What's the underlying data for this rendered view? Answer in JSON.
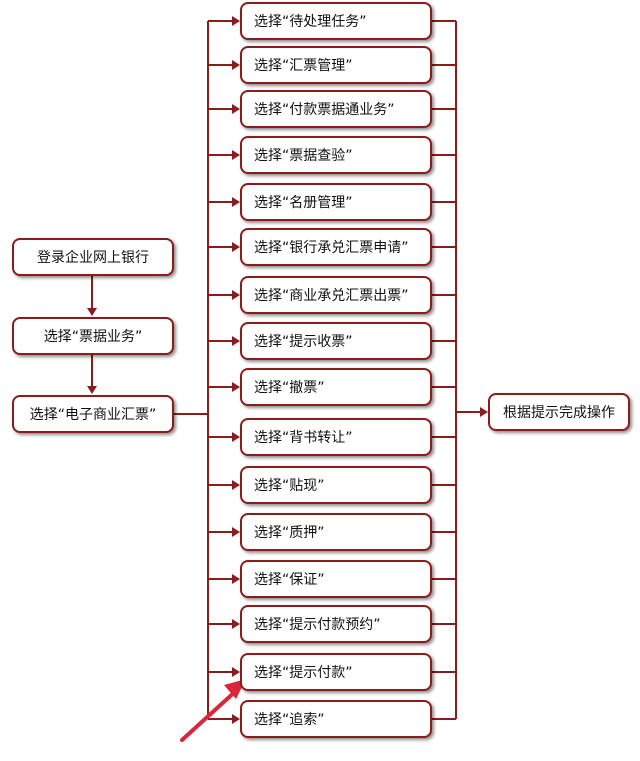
{
  "main_flow": [
    {
      "id": "login",
      "label": "登录企业网上银行"
    },
    {
      "id": "bill_business",
      "label": "选择“票据业务”"
    },
    {
      "id": "e_commercial_bill",
      "label": "选择“电子商业汇票”"
    }
  ],
  "options": [
    {
      "label": "选择“待处理任务”"
    },
    {
      "label": "选择“汇票管理”"
    },
    {
      "label": "选择“付款票据通业务”"
    },
    {
      "label": "选择“票据查验”"
    },
    {
      "label": "选择“名册管理”"
    },
    {
      "label": "选择“银行承兑汇票申请”"
    },
    {
      "label": "选择“商业承兑汇票出票”"
    },
    {
      "label": "选择“提示收票”"
    },
    {
      "label": "选择“撤票”"
    },
    {
      "label": "选择“背书转让”"
    },
    {
      "label": "选择“贴现”"
    },
    {
      "label": "选择“质押”"
    },
    {
      "label": "选择“保证”"
    },
    {
      "label": "选择“提示付款预约”"
    },
    {
      "label": "选择“提示付款”"
    },
    {
      "label": "选择“追索”"
    }
  ],
  "result": {
    "label": "根据提示完成操作"
  },
  "highlight": {
    "target_option": "选择“提示付款”",
    "color": "#d9263a"
  },
  "colors": {
    "line": "#8a1c1c",
    "pointer": "#d9263a"
  }
}
